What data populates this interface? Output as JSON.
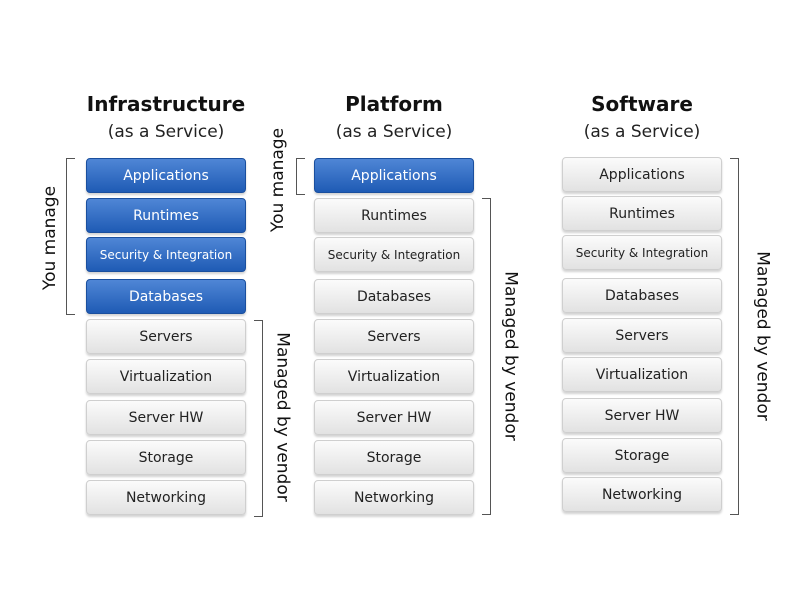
{
  "columns": [
    {
      "title": "Infrastructure",
      "subtitle": "(as a Service)",
      "layers": [
        "Applications",
        "Runtimes",
        "Security & Integration",
        "Databases",
        "Servers",
        "Virtualization",
        "Server HW",
        "Storage",
        "Networking"
      ],
      "you_manage_count": 4
    },
    {
      "title": "Platform",
      "subtitle": "(as a Service)",
      "layers": [
        "Applications",
        "Runtimes",
        "Security & Integration",
        "Databases",
        "Servers",
        "Virtualization",
        "Server HW",
        "Storage",
        "Networking"
      ],
      "you_manage_count": 1
    },
    {
      "title": "Software",
      "subtitle": "(as a Service)",
      "layers": [
        "Applications",
        "Runtimes",
        "Security & Integration",
        "Databases",
        "Servers",
        "Virtualization",
        "Server HW",
        "Storage",
        "Networking"
      ],
      "you_manage_count": 0
    }
  ],
  "labels": {
    "you_manage": "You manage",
    "managed_by_vendor": "Managed by vendor"
  },
  "colors": {
    "managed_by_you": "#2a64bf",
    "managed_by_vendor": "#e8e8e8"
  }
}
